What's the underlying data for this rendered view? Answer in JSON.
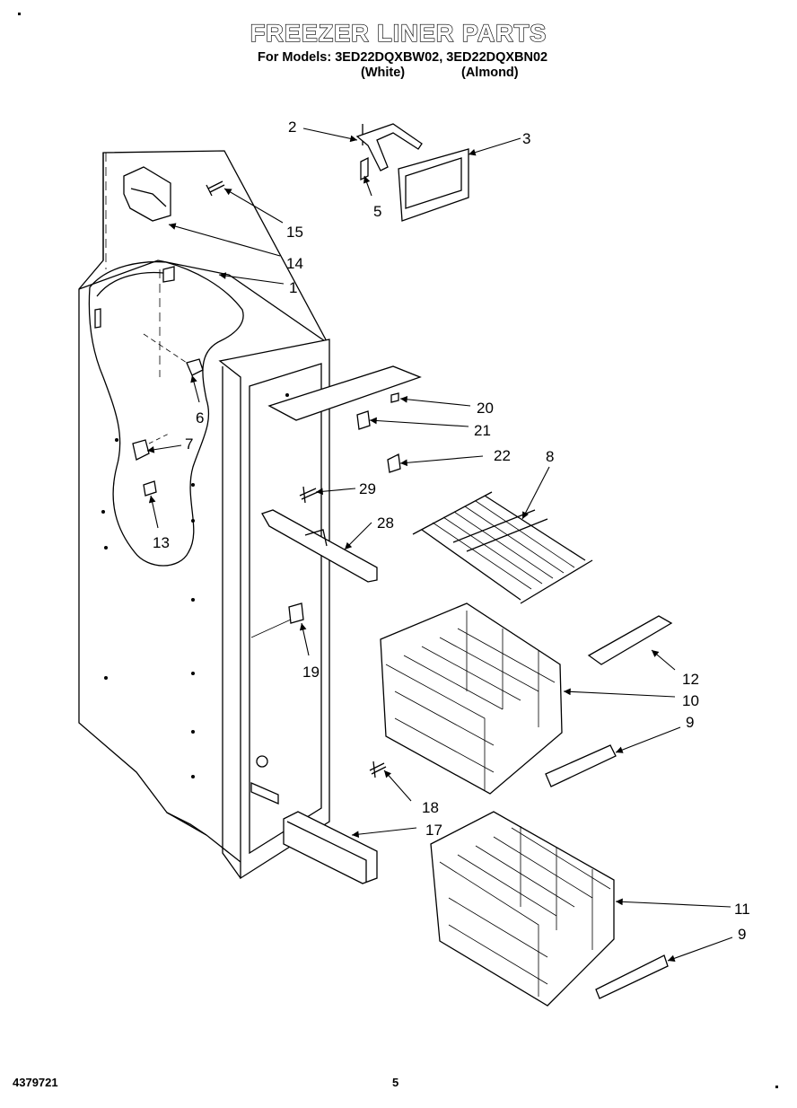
{
  "header": {
    "title": "FREEZER LINER PARTS",
    "subtitle": "For Models: 3ED22DQXBW02, 3ED22DQXBN02",
    "variant_white": "(White)",
    "variant_almond": "(Almond)"
  },
  "footer": {
    "document_number": "4379721",
    "page_number": "5"
  },
  "callouts": {
    "c1": "1",
    "c2": "2",
    "c3": "3",
    "c5": "5",
    "c6": "6",
    "c7": "7",
    "c8": "8",
    "c9a": "9",
    "c9b": "9",
    "c10": "10",
    "c11": "11",
    "c12": "12",
    "c13": "13",
    "c14": "14",
    "c15": "15",
    "c17": "17",
    "c18": "18",
    "c19": "19",
    "c20": "20",
    "c21": "21",
    "c22": "22",
    "c28": "28",
    "c29": "29"
  }
}
